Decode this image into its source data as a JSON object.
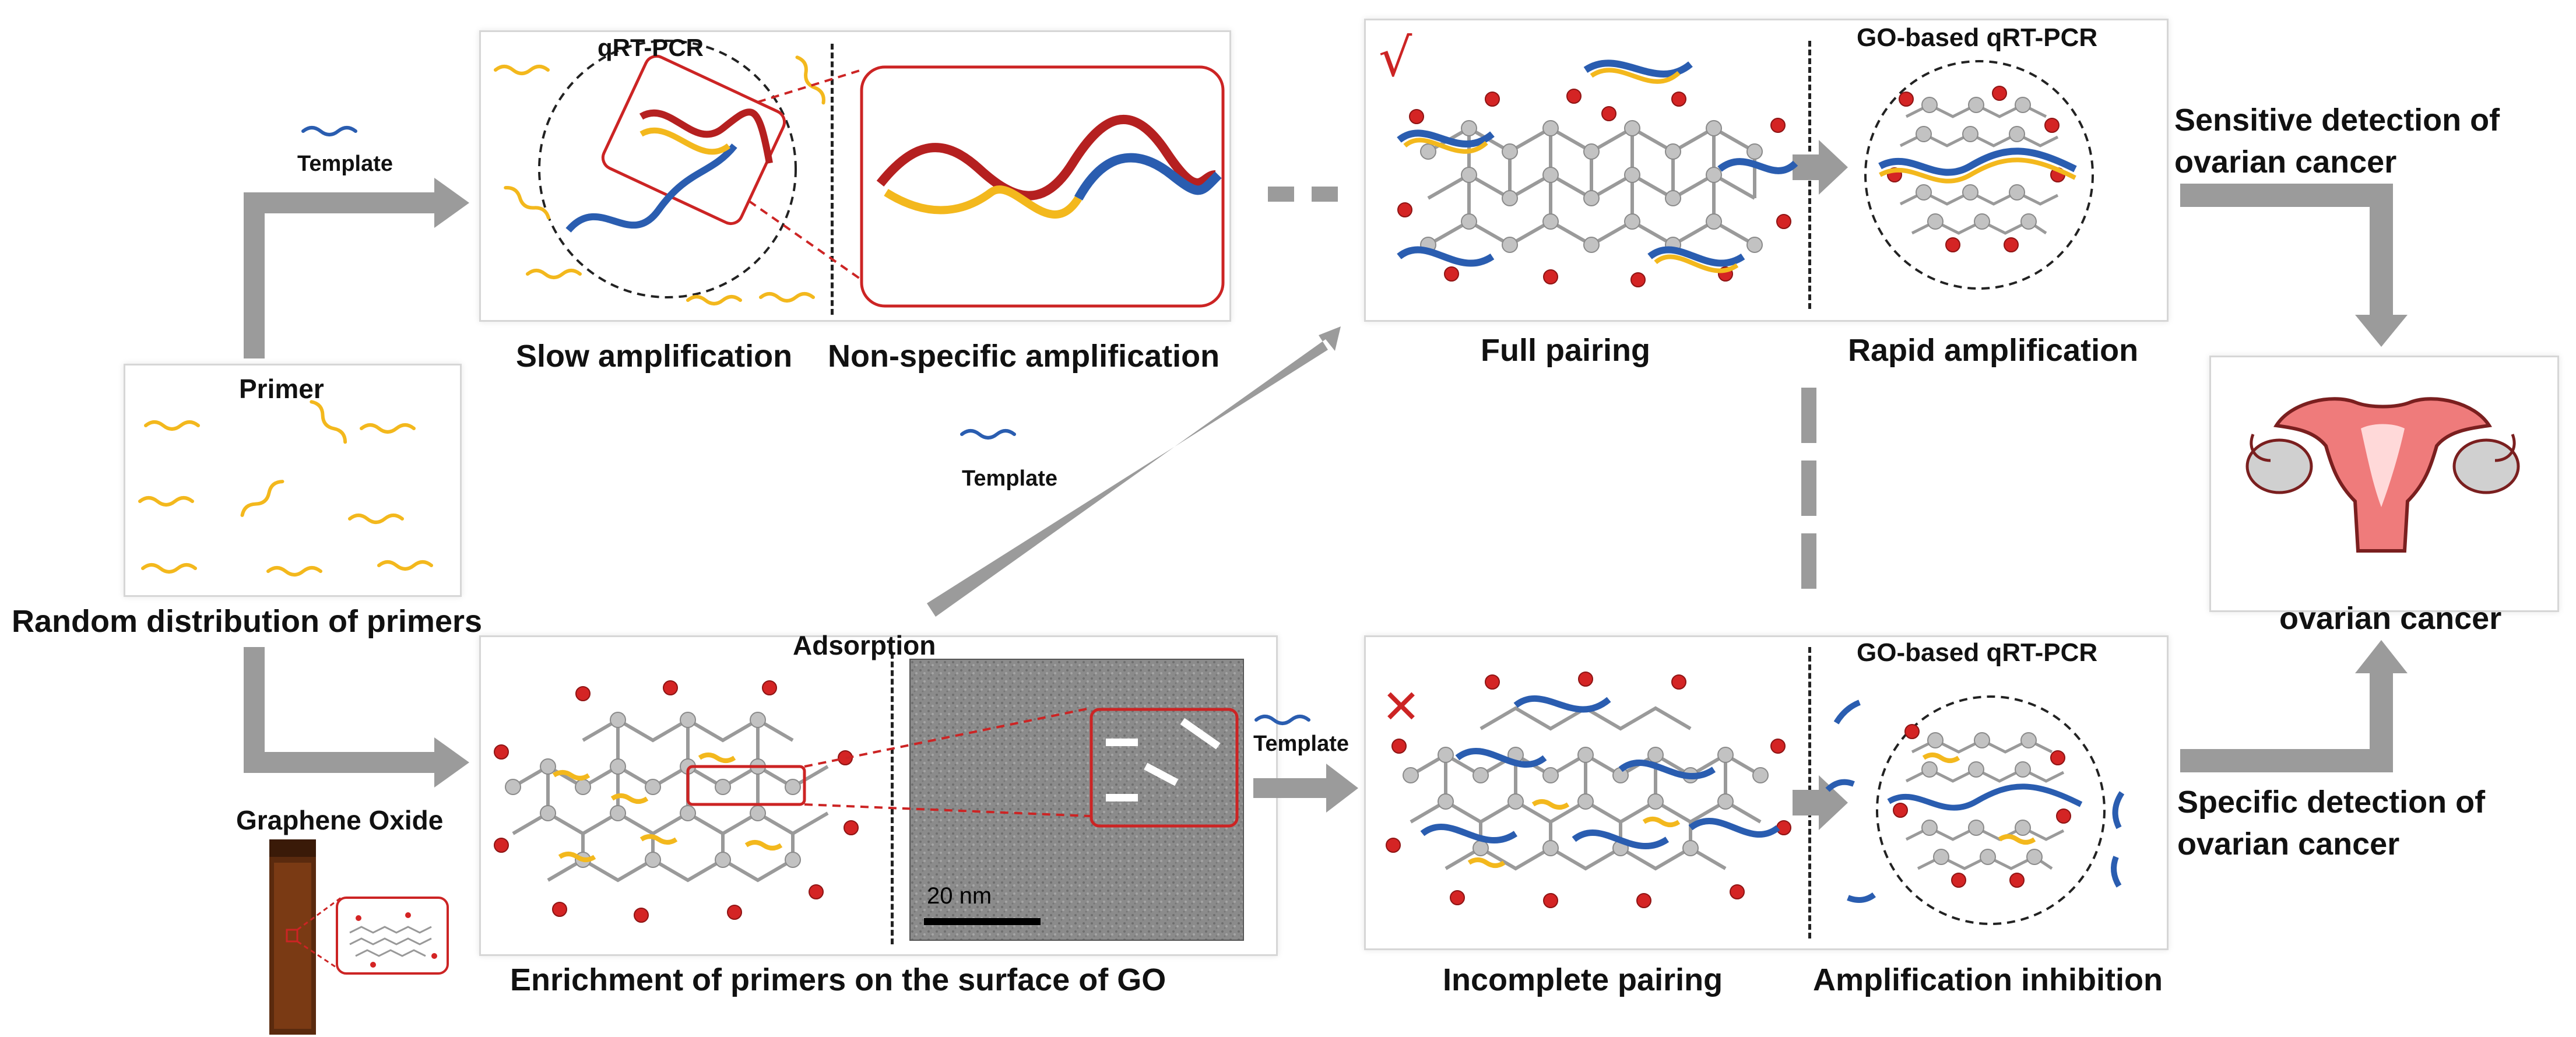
{
  "title": "",
  "colors": {
    "arrow": "#9b9b9b",
    "primer": "#f3b81d",
    "template": "#2a5db0",
    "accent_red": "#cc2424",
    "carbon": "#bcbcbc",
    "oxygen": "#d42424",
    "uterus": "#ef7b7b"
  },
  "labels": {
    "primer_box": "Primer",
    "random_distribution": "Random distribution of primers",
    "graphene_oxide": "Graphene Oxide",
    "template_top": "Template",
    "template_mid": "Template",
    "template_bottom": "Template",
    "qrt_pcr": "qRT-PCR",
    "slow_amplification": "Slow amplification",
    "nonspecific_amplification": "Non-specific amplification",
    "full_pairing": "Full pairing",
    "go_based_top": "GO-based qRT-PCR",
    "rapid_amplification": "Rapid amplification",
    "sensitive_detection": "Sensitive detection of ovarian cancer",
    "ovarian_cancer": "ovarian cancer",
    "adsorption": "Adsorption",
    "scale_bar": "20 nm",
    "enrichment": "Enrichment of primers on the surface of GO",
    "incomplete_pairing": "Incomplete pairing",
    "go_based_bottom": "GO-based qRT-PCR",
    "amplification_inhibition": "Amplification inhibition",
    "specific_detection": "Specific detection of ovarian cancer",
    "check_mark": "√",
    "cross_mark": "✕"
  },
  "icons": {
    "tick": "check-icon",
    "cross": "cross-icon",
    "uterus": "uterus-illustration",
    "vial": "graphene-oxide-vial"
  }
}
